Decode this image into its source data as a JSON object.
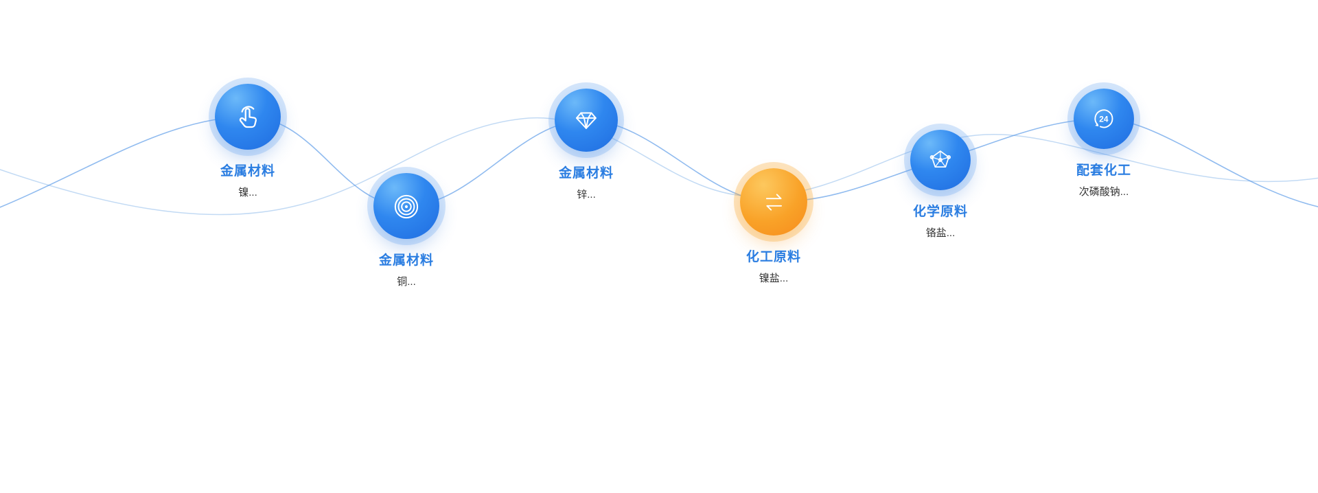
{
  "section": {
    "background_color": "#ffffff",
    "wave_colors": {
      "primary": "#5596e6",
      "secondary": "#aecdf0"
    },
    "accent_colors": {
      "node_blue": "#1f6ce0",
      "node_blue_light": "#6cb9f9",
      "node_orange": "#f68b1c",
      "node_orange_light": "#fdc85e",
      "label_blue": "#2a7de1",
      "sublabel_gray": "#333333"
    },
    "nodes": [
      {
        "label": "金属材料",
        "sublabel": "镍...",
        "icon": "hand-click-icon",
        "theme": "blue"
      },
      {
        "label": "金属材料",
        "sublabel": "铜...",
        "icon": "radar-ripple-icon",
        "theme": "blue"
      },
      {
        "label": "金属材料",
        "sublabel": "锌...",
        "icon": "diamond-icon",
        "theme": "blue"
      },
      {
        "label": "化工原料",
        "sublabel": "镍盐...",
        "icon": "exchange-arrows-icon",
        "theme": "orange"
      },
      {
        "label": "化学原料",
        "sublabel": "铬盐...",
        "icon": "molecule-pentagon-icon",
        "theme": "blue"
      },
      {
        "label": "配套化工",
        "sublabel": "次磷酸钠...",
        "icon": "24-hour-clock-icon",
        "theme": "blue"
      }
    ]
  }
}
